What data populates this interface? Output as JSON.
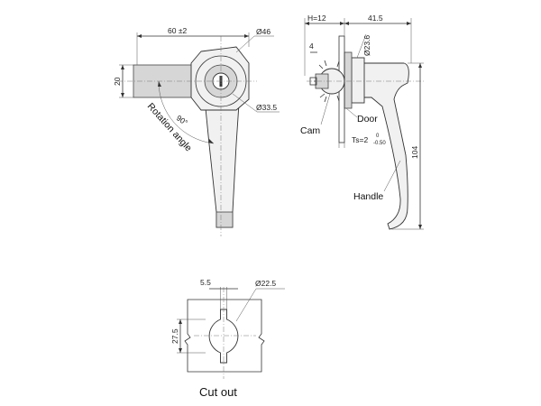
{
  "front_view": {
    "dim_width": "60 ±2",
    "dim_height": "20",
    "dim_outer_dia": "Ø46",
    "dim_inner_dia": "Ø33.5",
    "rotation_angle": "90°",
    "rotation_label": "Rotation angle"
  },
  "side_view": {
    "dim_h": "H=12",
    "dim_depth": "41.5",
    "dim_cam_thickness": "4",
    "dim_boss_dia": "Ø23.6",
    "dim_length": "104",
    "panel_thickness": "Ts=2",
    "panel_tol_upper": "0",
    "panel_tol_lower": "-0.50",
    "label_door": "Door",
    "label_cam": "Cam",
    "label_handle": "Handle"
  },
  "cutout": {
    "dim_key": "5.5",
    "dim_dia": "Ø22.5",
    "dim_flat": "27.5",
    "caption": "Cut out"
  }
}
